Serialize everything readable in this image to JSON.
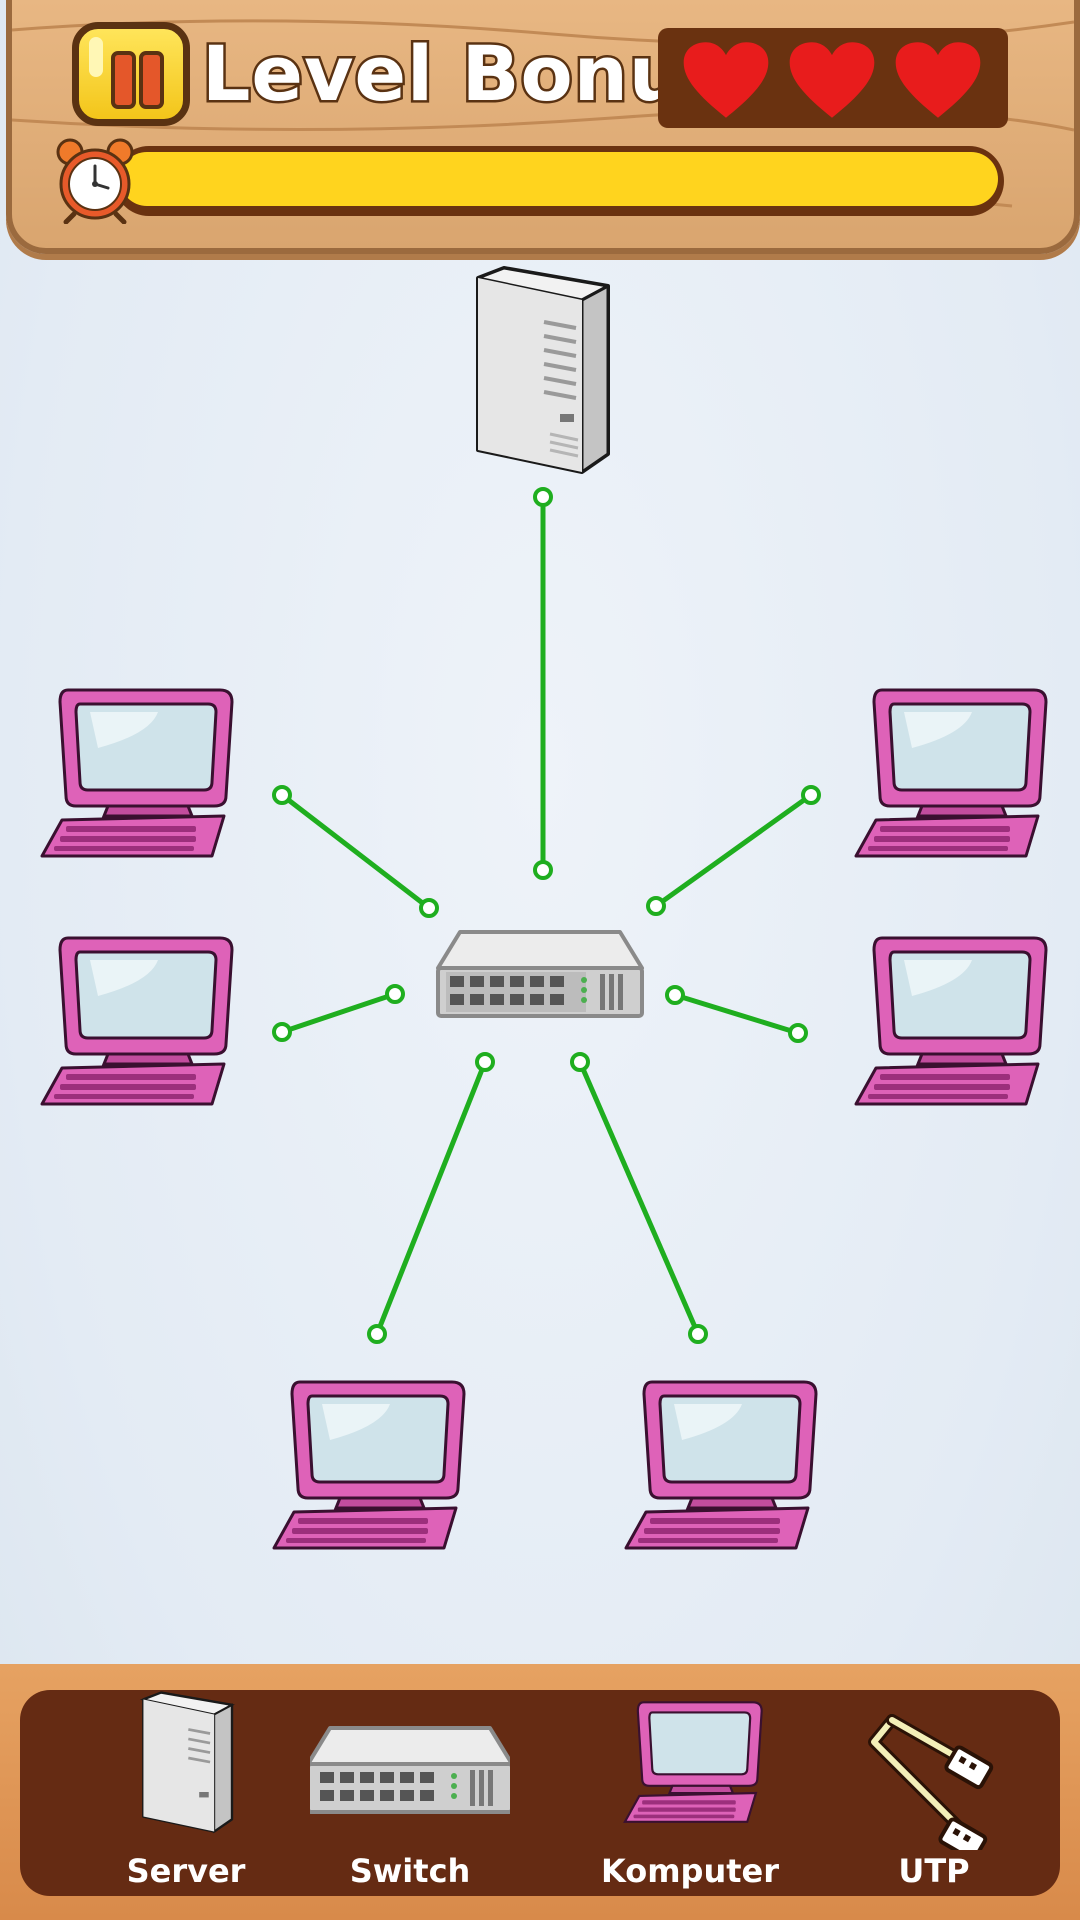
{
  "header": {
    "title": "Level Bonus",
    "lives": 3,
    "timer_fraction": 1.0
  },
  "palette": {
    "wire": "#1fae1f",
    "computer": "#de62b8",
    "heart": "#e81c1c",
    "timer": "#ffd41e"
  },
  "network": {
    "topology": "star",
    "hub": "switch",
    "connections": [
      "server",
      "computer",
      "computer",
      "computer",
      "computer",
      "computer",
      "computer"
    ]
  },
  "tray": {
    "items": [
      {
        "label": "Server",
        "icon": "server-icon"
      },
      {
        "label": "Switch",
        "icon": "switch-icon"
      },
      {
        "label": "Komputer",
        "icon": "computer-icon"
      },
      {
        "label": "UTP",
        "icon": "utp-cable-icon"
      }
    ]
  }
}
